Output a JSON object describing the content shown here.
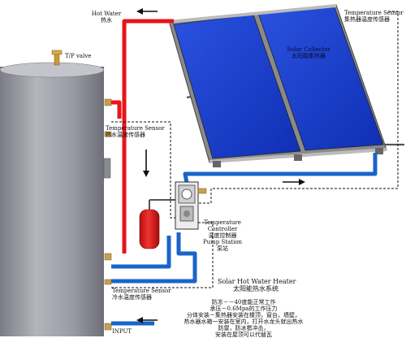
{
  "labels": {
    "hot_water_en": "Hot Water",
    "hot_water_cn": "热水",
    "tp_valve": "T/P valve",
    "temp_sensor_collector_en": "Temperature Sensor",
    "temp_sensor_collector_cn": "集热器温度传感器",
    "solar_collector_en": "Solar Collector",
    "solar_collector_cn": "太阳能集热器",
    "temp_sensor_tank_en": "Temperature Sensor",
    "temp_sensor_tank_cn": "热水温度传感器",
    "controller_en_1": "Temperature",
    "controller_en_2": "Controller",
    "controller_cn": "温度控制器",
    "pump_station_en": "Pump Station",
    "pump_station_cn": "泵站",
    "heater_en": "Solar Hot Water Heater",
    "heater_cn": "太阳能热水系统",
    "temp_sensor_cold_en": "Temperature Sensor",
    "temp_sensor_cold_cn": "冷水温度传感器",
    "note_1": "防冻－－40度能正常工作",
    "note_2": "承压－0.6Mpa的工作压力",
    "note_3": "分体安装－集热器安装在楼顶，窗台，墙壁，",
    "note_4": "热水器水箱一安装在室内，打开水龙头就出热水",
    "note_5": "防雷，防冰雹冲击，",
    "note_6": "安装在屋顶可以代替瓦",
    "input": "INPUT"
  },
  "colors": {
    "hot_pipe": "#e8141a",
    "cold_pipe": "#1a64c8",
    "panel_blue": "#1437c8",
    "tank_grey": "#9a9aa4",
    "expansion_tank": "#d81818"
  },
  "icons": [
    "arrow-left-icon",
    "arrow-down-icon",
    "arrow-right-icon"
  ]
}
